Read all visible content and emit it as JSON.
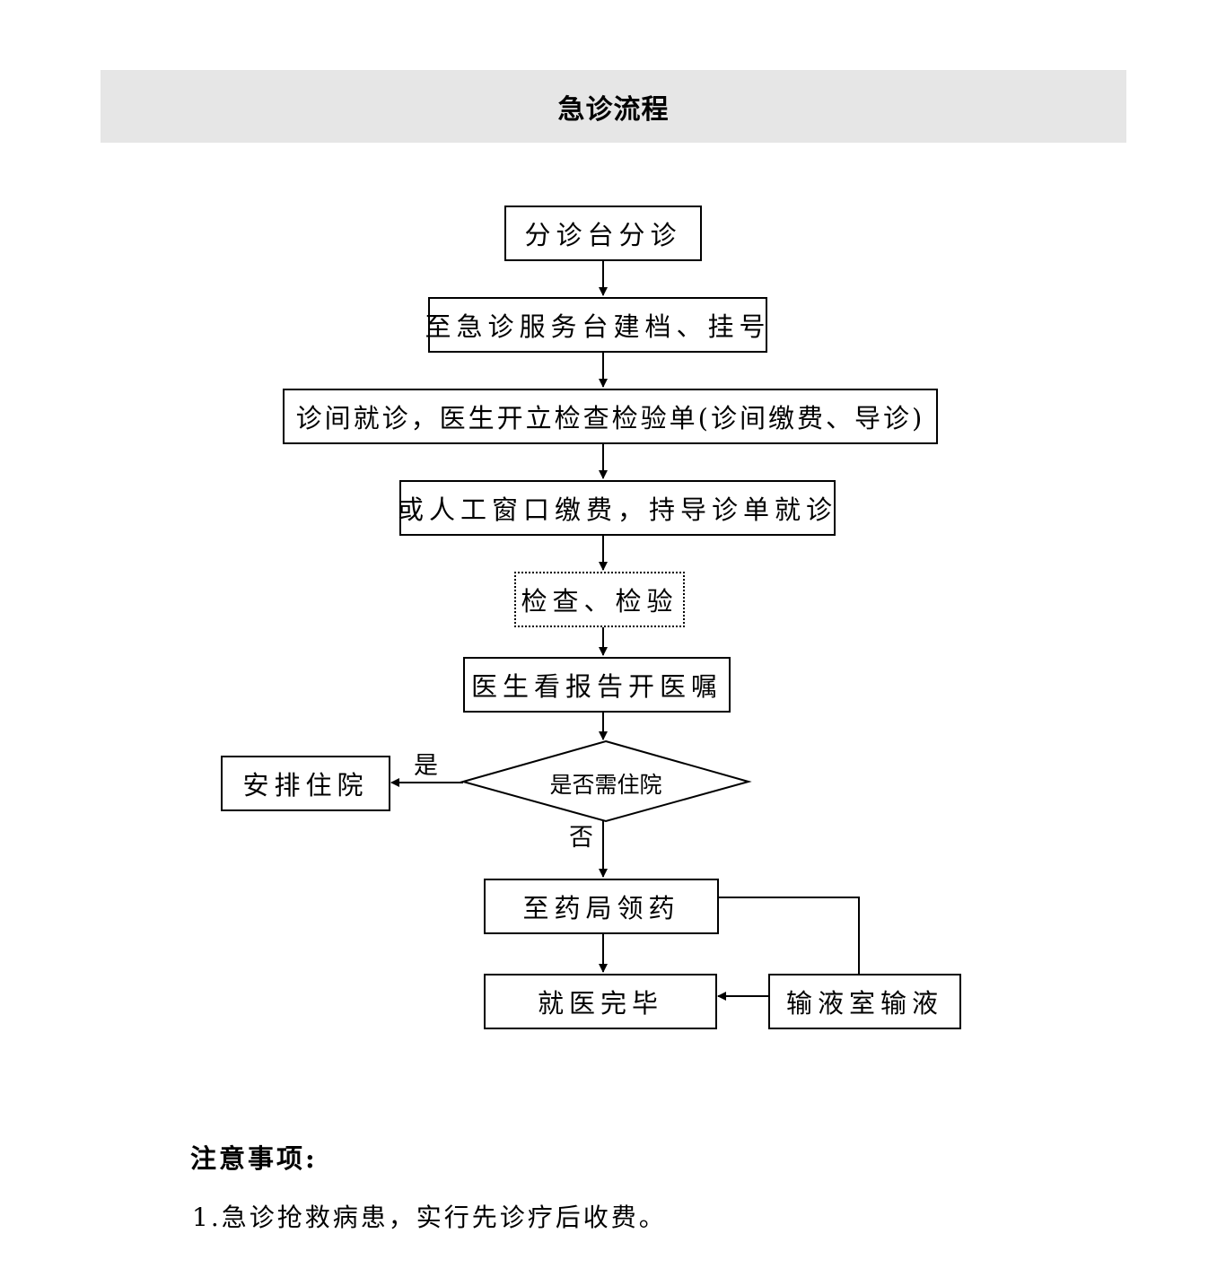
{
  "header": {
    "title": "急诊流程"
  },
  "flowchart": {
    "nodes": {
      "triage": "分诊台分诊",
      "register": "至急诊服务台建档、挂号",
      "consult": "诊间就诊，医生开立检查检验单(诊间缴费、导诊)",
      "payment": "或人工窗口缴费，持导诊单就诊",
      "exam": "检查、检验",
      "report": "医生看报告开医嘱",
      "decision": "是否需住院",
      "admit": "安排住院",
      "pharmacy": "至药局领药",
      "infusion": "输液室输液",
      "done": "就医完毕"
    },
    "edge_labels": {
      "yes": "是",
      "no": "否"
    }
  },
  "notes": {
    "heading": "注意事项:",
    "items": [
      "1.急诊抢救病患，实行先诊疗后收费。"
    ]
  }
}
